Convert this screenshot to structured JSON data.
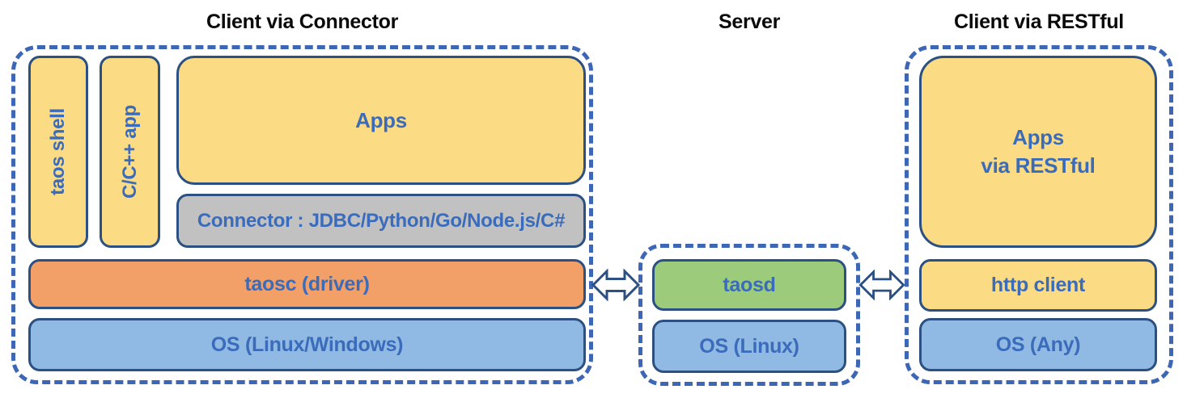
{
  "diagram": {
    "left": {
      "title": "Client via Connector",
      "taos_shell_label": "taos shell",
      "cpp_app_label": "C/C++ app",
      "apps_label": "Apps",
      "connector_label": "Connector : JDBC/Python/Go/Node.js/C#",
      "taosc_label": "taosc (driver)",
      "os_label": "OS (Linux/Windows)"
    },
    "server": {
      "title": "Server",
      "taosd_label": "taosd",
      "os_label": "OS (Linux)"
    },
    "right": {
      "title": "Client via RESTful",
      "apps_line1": "Apps",
      "apps_line2": "via RESTful",
      "http_client_label": "http client",
      "os_label": "OS (Any)"
    },
    "icons": {
      "left_link": "bidirectional-arrow",
      "right_link": "bidirectional-arrow"
    },
    "colors": {
      "dashed_border": "#3d67b5",
      "box_border": "#2b5081",
      "label_text": "#3a6cbb",
      "title_text": "#0a0a0a",
      "yellow_fill": "#fbdb83",
      "orange_fill": "#f2a067",
      "blue_fill": "#90b9e3",
      "green_fill": "#9ccb7b",
      "gray_fill": "#c1c1c1",
      "arrow_fill": "#ffffff"
    }
  }
}
